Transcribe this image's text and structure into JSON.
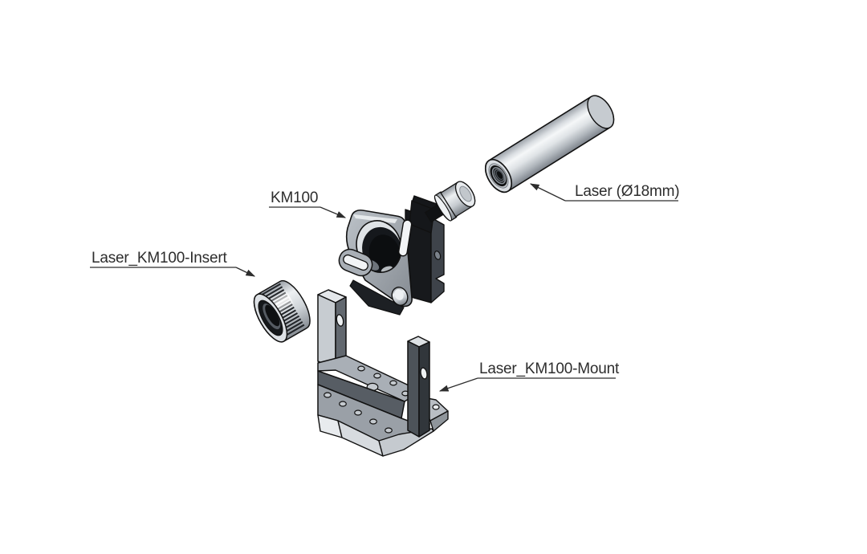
{
  "figure": {
    "type": "exploded-assembly-diagram",
    "background": "#ffffff",
    "labels": {
      "km100": {
        "text": "KM100"
      },
      "laser": {
        "text": "Laser (Ø18mm)"
      },
      "insert": {
        "text": "Laser_KM100-Insert"
      },
      "mount": {
        "text": "Laser_KM100-Mount"
      }
    },
    "parts": [
      {
        "name": "laser-tube",
        "label": "Laser (Ø18mm)"
      },
      {
        "name": "kinematic-mount",
        "label": "KM100"
      },
      {
        "name": "insert-ring",
        "label": "Laser_KM100-Insert"
      },
      {
        "name": "mount-bracket",
        "label": "Laser_KM100-Mount"
      }
    ],
    "colors": {
      "outline": "#111111",
      "leader_line": "#2d2d2d",
      "metal_light": "#f5f7f8",
      "metal_mid": "#c2c7cc",
      "metal_dark": "#7c828a",
      "black_part": "#17191c"
    }
  }
}
